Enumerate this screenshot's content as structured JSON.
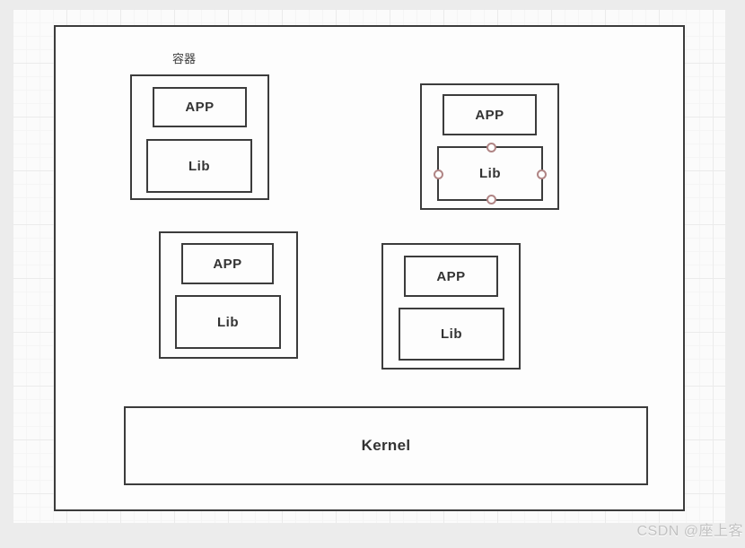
{
  "page": {
    "watermark": "CSDN @座上客"
  },
  "diagram": {
    "container_label": "容器",
    "kernel_label": "Kernel",
    "groups": [
      {
        "app_label": "APP",
        "lib_label": "Lib",
        "selected": false
      },
      {
        "app_label": "APP",
        "lib_label": "Lib",
        "selected": true
      },
      {
        "app_label": "APP",
        "lib_label": "Lib",
        "selected": false
      },
      {
        "app_label": "APP",
        "lib_label": "Lib",
        "selected": false
      }
    ],
    "colors": {
      "shape_border": "#3c3c3c",
      "connection_point_border": "#b08585",
      "canvas_background": "#fbfbfb",
      "page_background": "#ececec"
    }
  }
}
